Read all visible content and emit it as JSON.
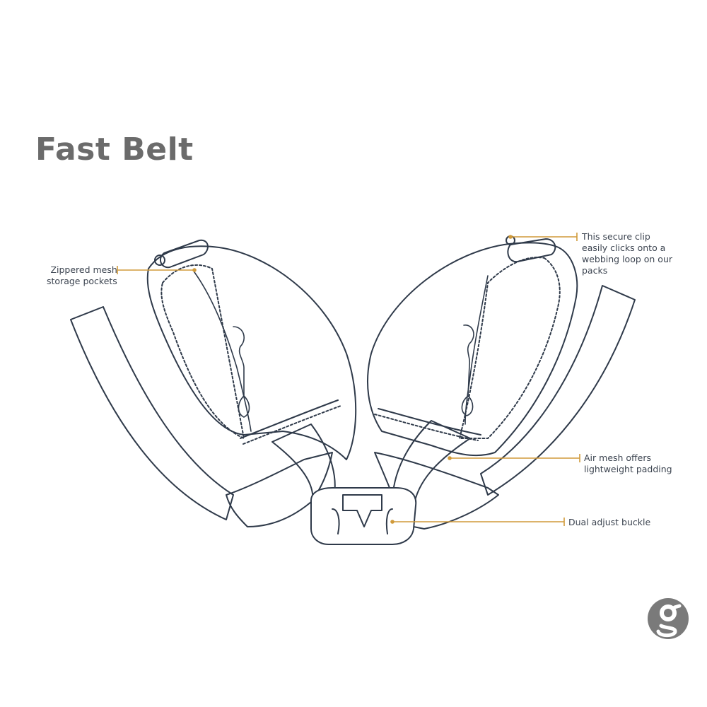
{
  "title": "Fast Belt",
  "callouts": {
    "pockets": [
      "Zippered mesh",
      "storage pockets"
    ],
    "clip": [
      "This secure clip",
      "easily clicks onto a",
      "webbing loop on our",
      "packs"
    ],
    "mesh": [
      "Air mesh offers",
      "lightweight padding"
    ],
    "buckle": [
      "Dual adjust buckle"
    ]
  },
  "colors": {
    "line": "#2f3a4a",
    "callout": "#d09a3a",
    "title": "#6b6b6b",
    "logo": "#7a7a7a"
  },
  "logo": {
    "icon": "g-logo-icon"
  }
}
